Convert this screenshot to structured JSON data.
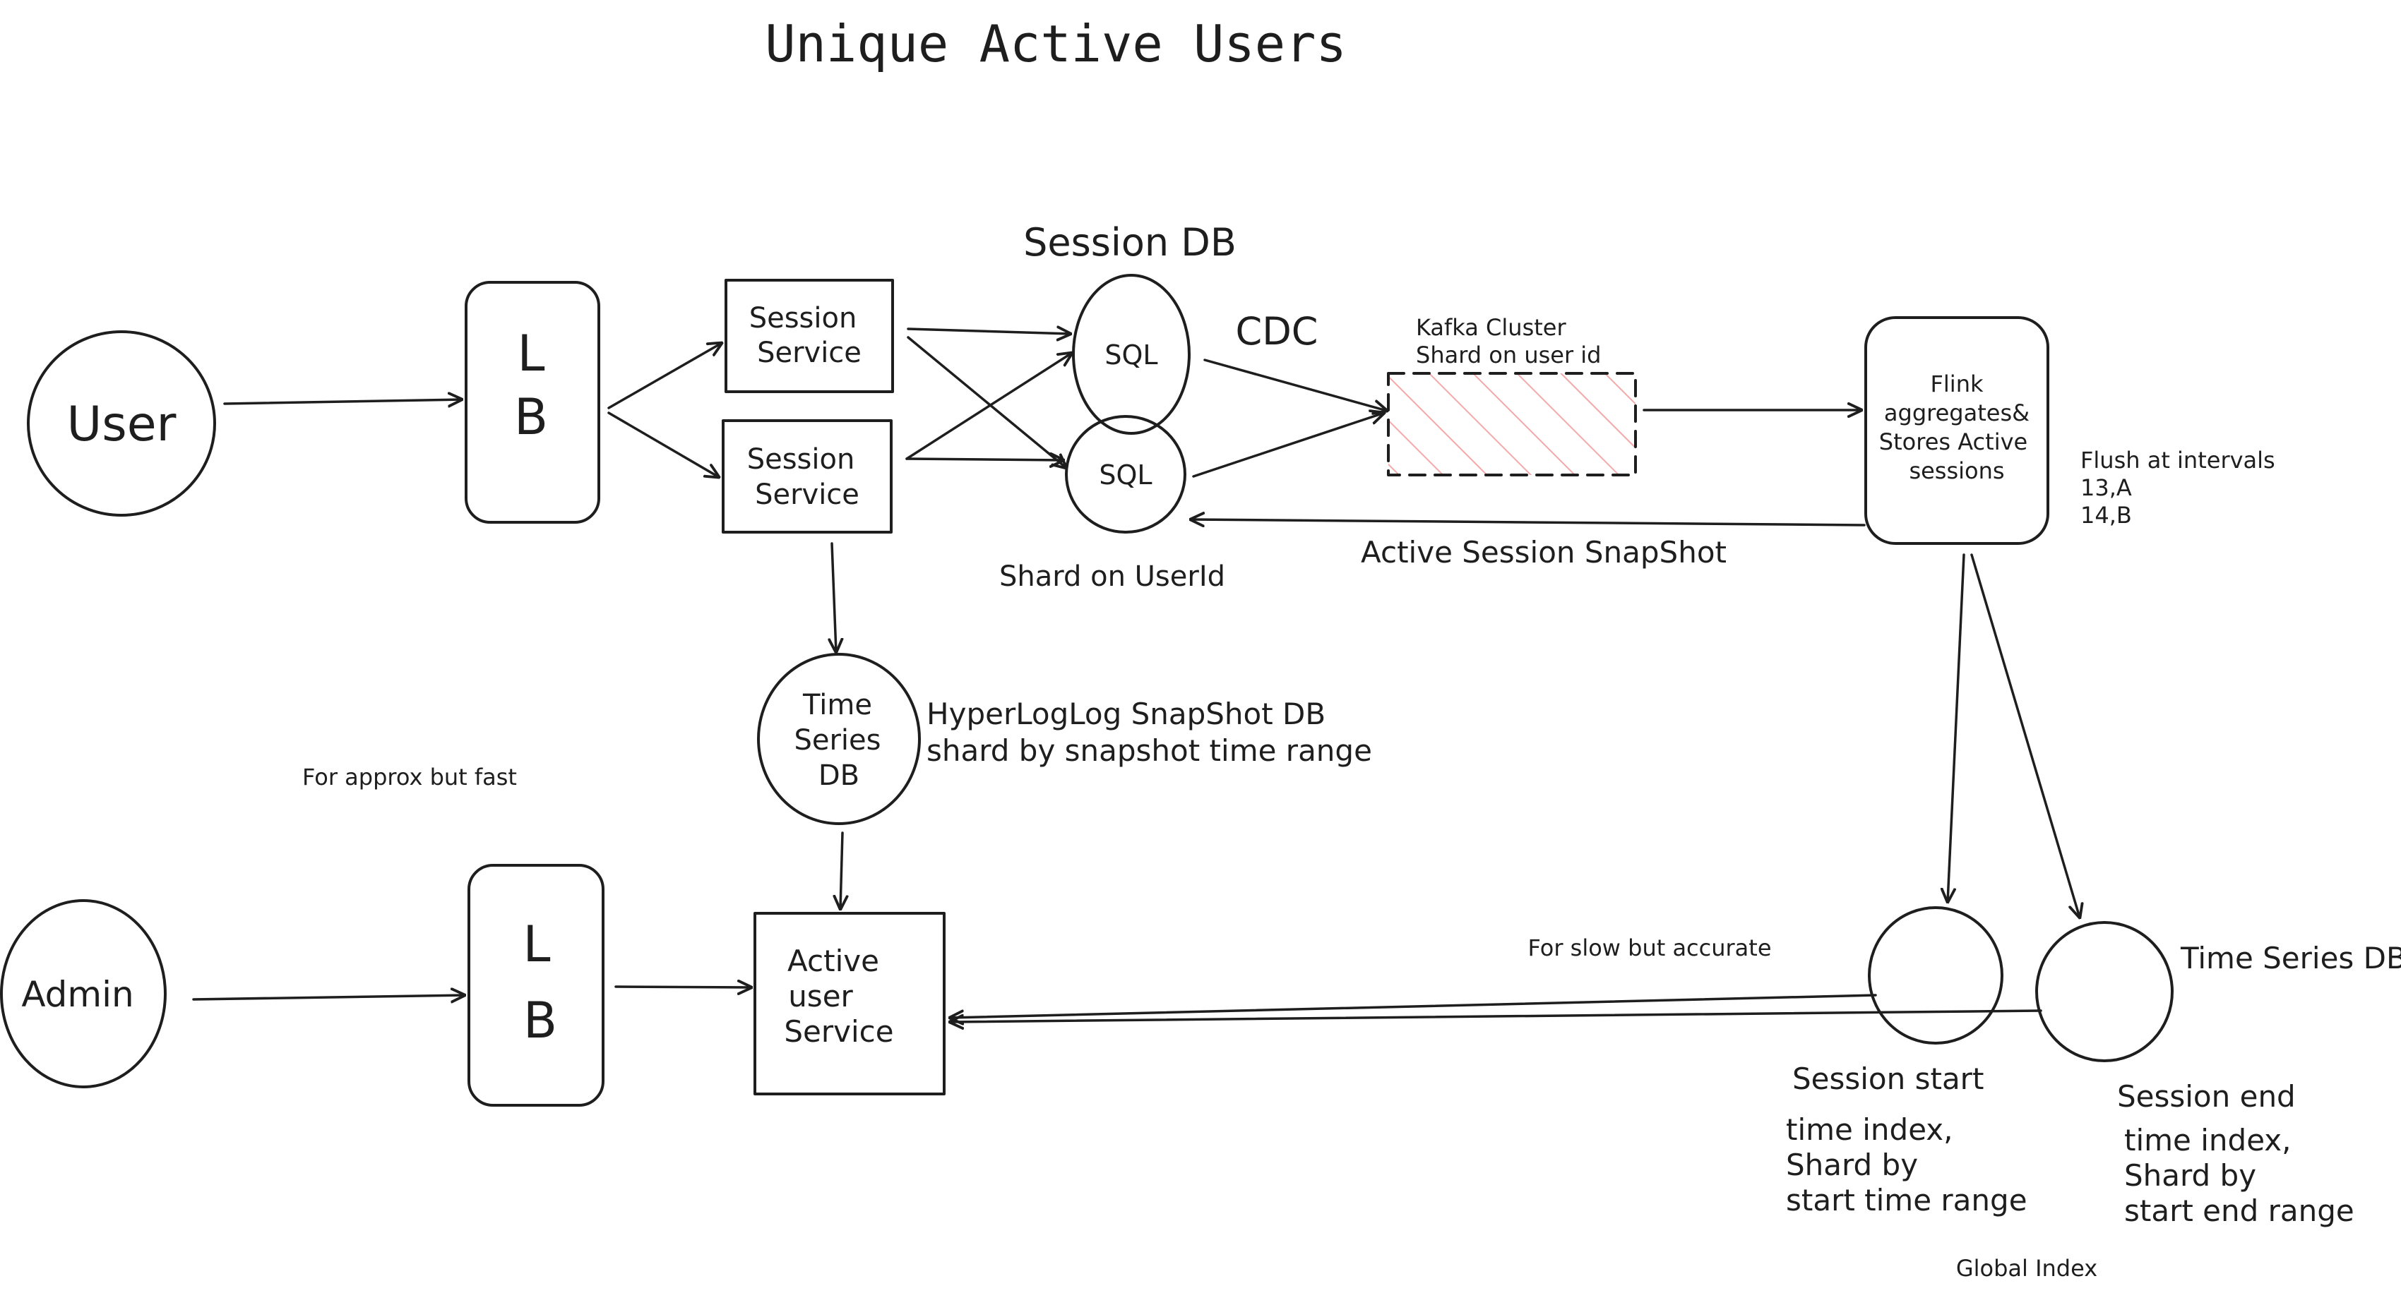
{
  "title": "Unique Active Users",
  "nodes": {
    "user": "User",
    "lb_top": [
      "L",
      "B"
    ],
    "session_service_1": [
      "Session",
      "Service"
    ],
    "session_service_2": [
      "Session",
      "Service"
    ],
    "session_db_label": "Session DB",
    "sql_1": "SQL",
    "sql_2": "SQL",
    "shard_on_userid": "Shard on UserId",
    "cdc": "CDC",
    "kafka_label": [
      "Kafka Cluster",
      "Shard on user id"
    ],
    "flink": [
      "Flink",
      "aggregates&",
      "Stores Active",
      "sessions"
    ],
    "flush_note": [
      "Flush at intervals",
      "13,A",
      "14,B"
    ],
    "active_session_snapshot": "Active Session SnapShot",
    "time_series_db_top": [
      "Time",
      "Series",
      "DB"
    ],
    "hyperloglog_note": [
      "HyperLogLog SnapShot DB",
      "shard by snapshot time range"
    ],
    "approx_note": "For approx but fast",
    "admin": "Admin",
    "lb_bottom": [
      "L",
      "B"
    ],
    "active_user_service": [
      "Active",
      "user",
      "Service"
    ],
    "slow_note": "For slow but accurate",
    "time_series_db_right": "Time Series DB",
    "session_start": {
      "title": "Session start",
      "lines": [
        "time index,",
        "Shard by",
        "start time range"
      ]
    },
    "session_end": {
      "title": "Session end",
      "lines": [
        "time index,",
        "Shard by",
        "start end range"
      ]
    },
    "global_index": "Global Index"
  },
  "colors": {
    "stroke": "#1e1e1e",
    "kafka_hatch": "#f4a9a9",
    "background": "#ffffff"
  }
}
